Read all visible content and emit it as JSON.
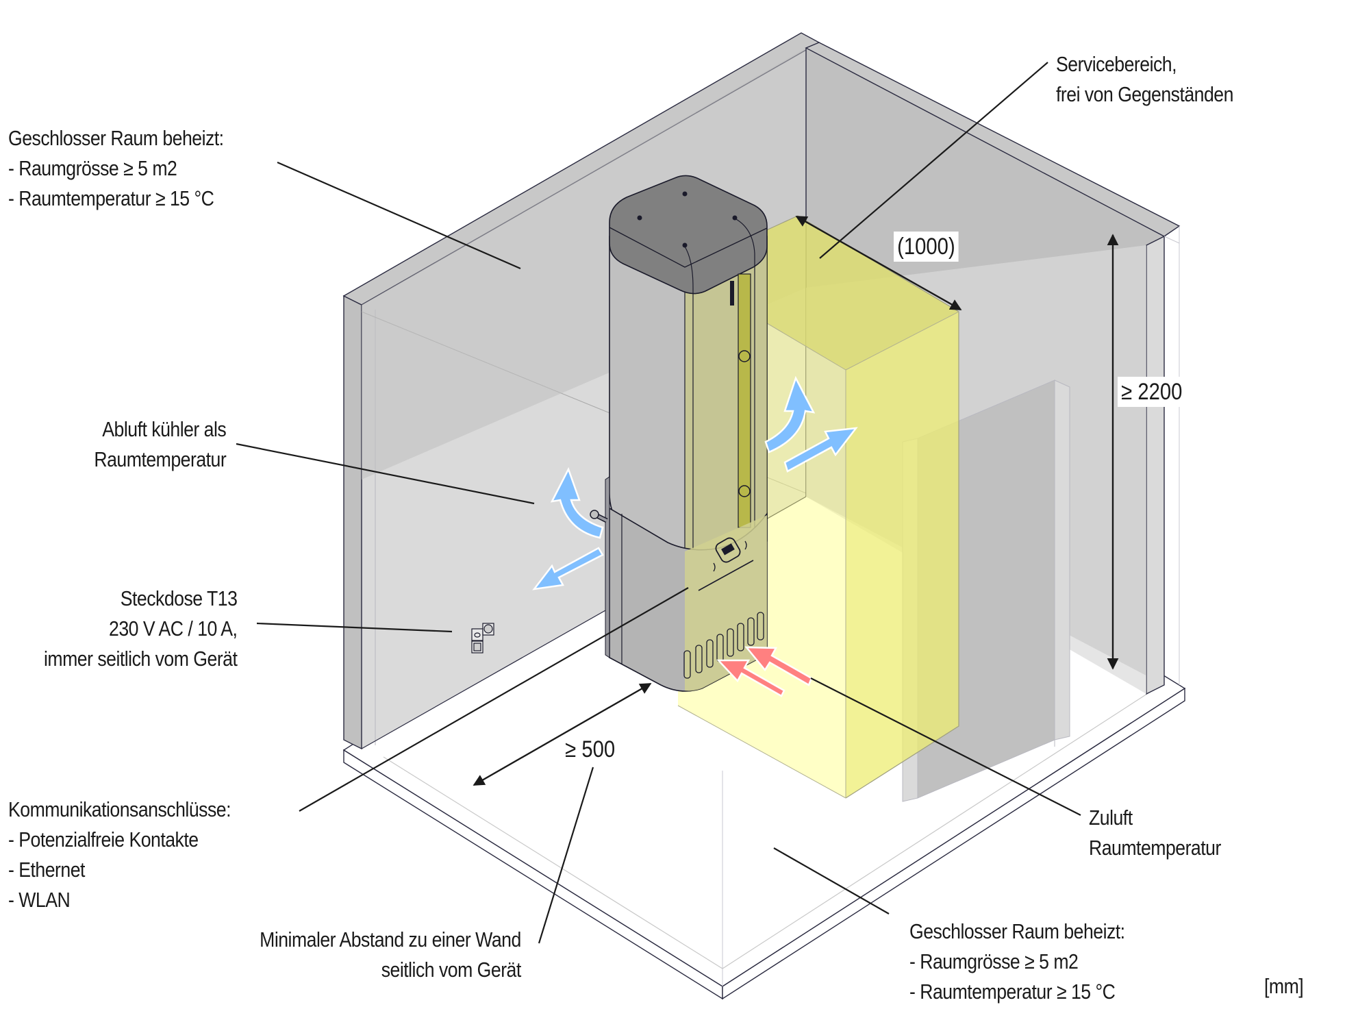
{
  "diagram": {
    "title": "Aufstellbedingungen Wärmepumpen-Warmwasserspeicher",
    "units_label": "[mm]",
    "colors": {
      "wall_dark": "#c0c0c0",
      "wall_light": "#dadada",
      "appliance_top": "#808080",
      "service_zone": "#ffff80",
      "exhaust_arrow": "#80bfff",
      "supply_arrow": "#ff8080",
      "line": "#1a1a1a"
    }
  },
  "labels": {
    "room_top": {
      "title": "Geschlosser Raum beheizt:",
      "items": [
        "- Raumgrösse ≥ 5 m2",
        "- Raumtemperatur ≥ 15 °C"
      ]
    },
    "service_area": {
      "lines": [
        "Servicebereich,",
        "frei von Gegenständen"
      ]
    },
    "exhaust_air": {
      "lines": [
        "Abluft kühler als",
        "Raumtemperatur"
      ]
    },
    "socket": {
      "lines": [
        "Steckdose T13",
        "230 V AC / 10 A,",
        "immer seitlich vom Gerät"
      ]
    },
    "communication": {
      "title": "Kommunikationsanschlüsse:",
      "items": [
        "- Potenzialfreie Kontakte",
        "- Ethernet",
        "- WLAN"
      ]
    },
    "min_distance": {
      "lines": [
        "Minimaler Abstand zu einer Wand",
        "seitlich vom Gerät"
      ]
    },
    "supply_air": {
      "lines": [
        "Zuluft",
        "Raumtemperatur"
      ]
    },
    "room_bottom": {
      "title": "Geschlosser Raum beheizt:",
      "items": [
        "- Raumgrösse ≥ 5 m2",
        "- Raumtemperatur ≥ 15 °C"
      ]
    }
  },
  "dimensions": {
    "service_depth": "(1000)",
    "room_height": "≥ 2200",
    "side_clearance": "≥ 500"
  },
  "icons": {
    "socket": "power-socket-icon",
    "exhaust_arrows": "curved-arrow-icon",
    "supply_arrows": "straight-arrow-icon"
  }
}
